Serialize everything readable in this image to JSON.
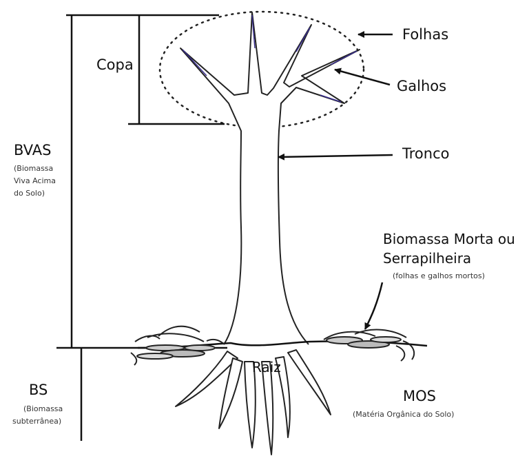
{
  "colors": {
    "ink": "#111111",
    "stroke": "#222222",
    "ground_litter": "#888888",
    "branch_accent": "#3a2f8f"
  },
  "labels": {
    "folhas": "Folhas",
    "galhos": "Galhos",
    "tronco": "Tronco",
    "copa": "Copa",
    "bvas": "BVAS",
    "bvas_sub": [
      "(Biomassa",
      "Viva Acima",
      "do Solo)"
    ],
    "bs": "BS",
    "bs_sub": [
      "(Biomassa",
      "subterrânea)"
    ],
    "biomassa_morta": [
      "Biomassa Morta ou",
      "Serrapilheira"
    ],
    "biomassa_morta_sub": "(folhas e galhos mortos)",
    "raiz": "Raiz",
    "mos": "MOS",
    "mos_sub": "(Matéria Orgânica do Solo)"
  }
}
